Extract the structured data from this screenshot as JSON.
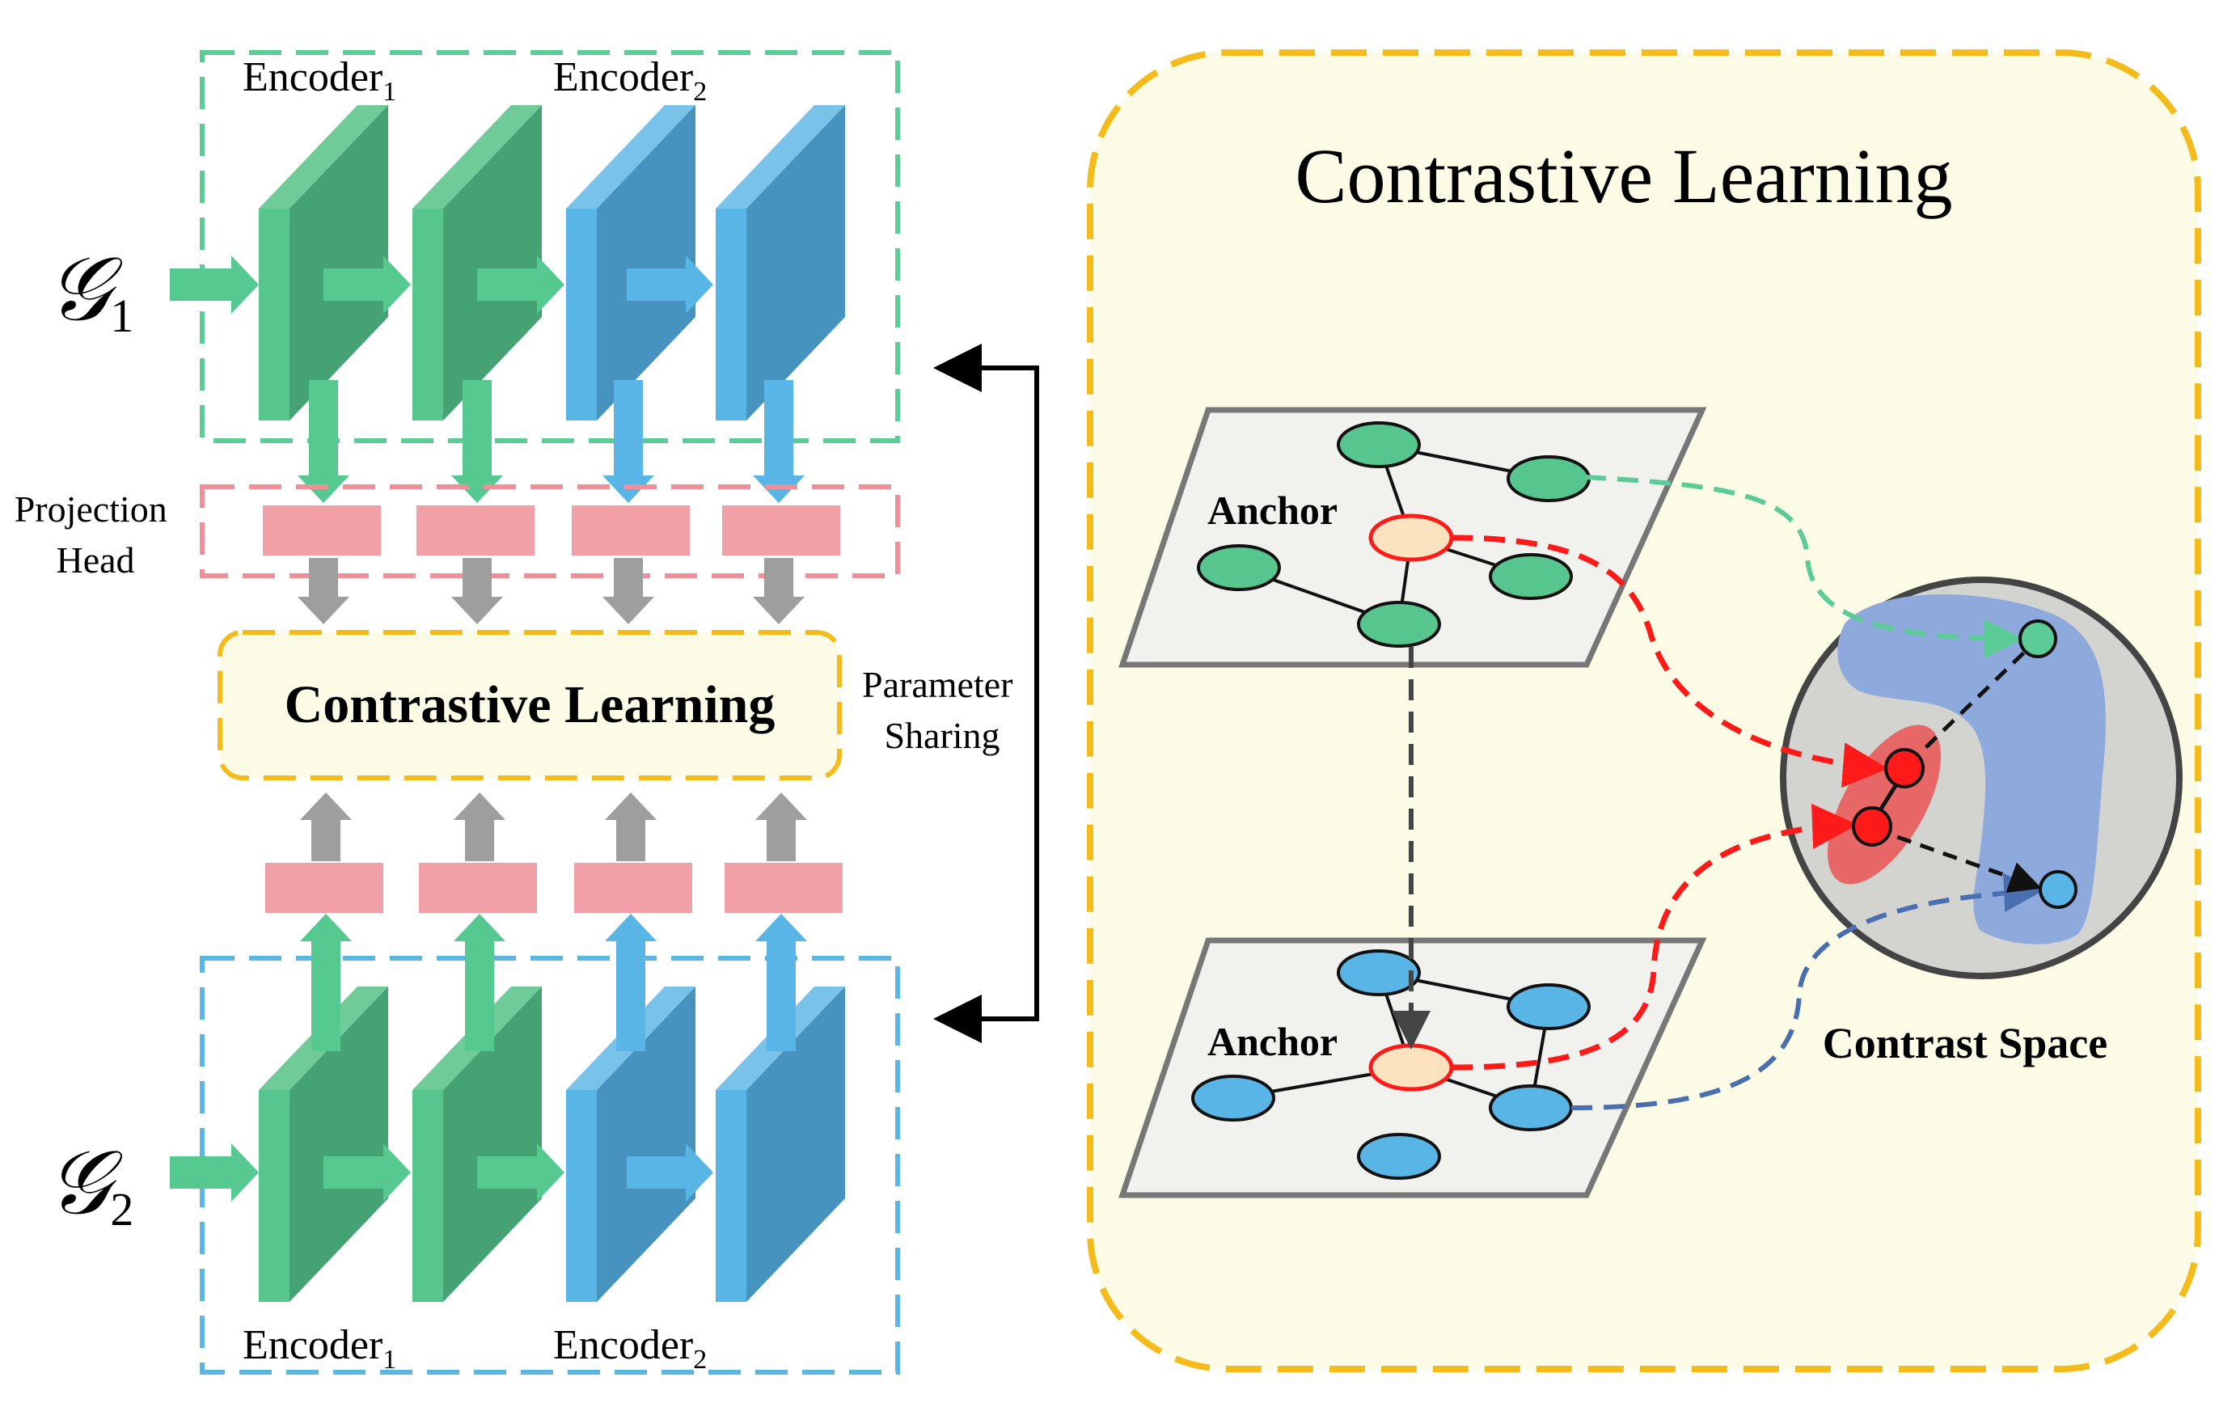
{
  "colors": {
    "green_front": "#45a373",
    "green_top": "#6fcb98",
    "green_side": "#56c68e",
    "green_arrow": "#55c98f",
    "blue_front": "#4693bf",
    "blue_top": "#79c3ea",
    "blue_side": "#58b5e5",
    "blue_arrow": "#58b5e5",
    "pink": "#f2a0a8",
    "gray_arrow": "#9e9e9e",
    "orange_dash": "#f5bb1a",
    "panel_fill": "#fbfbe6",
    "green_dash": "#5ccc97",
    "blue_dash": "#5cb6e4",
    "pink_dash": "#ef8f98",
    "red": "#ff1a1a",
    "anchor_fill": "#fde2c0",
    "graph_plane": "#f1f1ee",
    "sphere": "#d3d3cf",
    "cluster_blue": "#8eaadd",
    "cluster_red": "#e95a5a"
  },
  "labels": {
    "encoder1_top": "Encoder",
    "encoder1_top_sub": "1",
    "encoder2_top": "Encoder",
    "encoder2_top_sub": "2",
    "encoder1_bottom": "Encoder",
    "encoder1_bottom_sub": "1",
    "encoder2_bottom": "Encoder",
    "encoder2_bottom_sub": "2",
    "g1": "𝒢",
    "g1_sub": "1",
    "g2": "𝒢",
    "g2_sub": "2",
    "projection_line1": "Projection",
    "projection_line2": "Head",
    "contrastive_box": "Contrastive Learning",
    "parameter_line1": "Parameter",
    "parameter_line2": "Sharing",
    "panel_title": "Contrastive Learning",
    "anchor_top": "Anchor",
    "anchor_bottom": "Anchor",
    "contrast_space": "Contrast Space"
  }
}
